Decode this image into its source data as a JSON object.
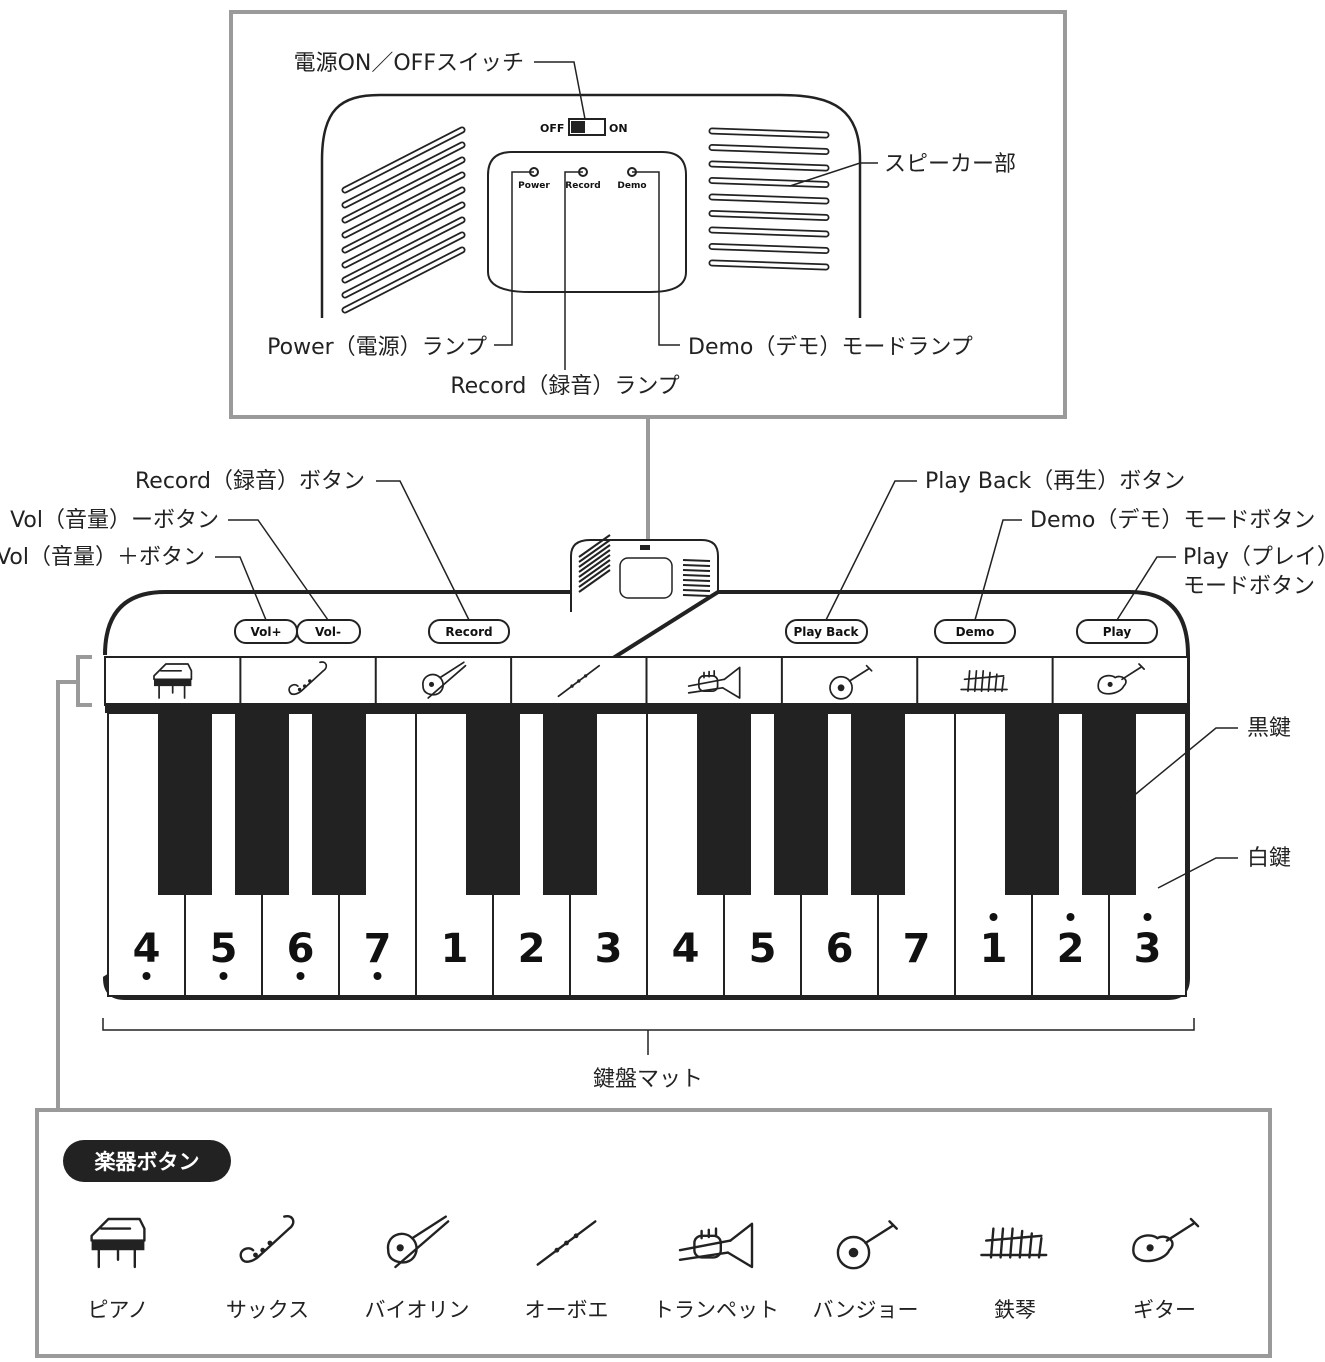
{
  "top_panel": {
    "power_switch_label": "電源ON／OFFスイッチ",
    "switch_off": "OFF",
    "switch_on": "ON",
    "speaker_label": "スピーカー部",
    "lamp_power": "Power",
    "lamp_record": "Record",
    "lamp_demo": "Demo",
    "power_lamp_label": "Power（電源）ランプ",
    "record_lamp_label": "Record（録音）ランプ",
    "demo_lamp_label": "Demo（デモ）モードランプ"
  },
  "callouts": {
    "record_button": "Record（録音）ボタン",
    "vol_minus_button": "Vol（音量）ーボタン",
    "vol_plus_button": "Vol（音量）＋ボタン",
    "playback_button": "Play Back（再生）ボタン",
    "demo_button": "Demo（デモ）モードボタン",
    "play_button_line1": "Play（プレイ）",
    "play_button_line2": "モードボタン",
    "black_key": "黒鍵",
    "white_key": "白鍵",
    "keyboard_mat": "鍵盤マット"
  },
  "mat_buttons": {
    "vol_plus": "Vol+",
    "vol_minus": "Vol-",
    "record": "Record",
    "playback": "Play Back",
    "demo": "Demo",
    "play": "Play"
  },
  "keys": [
    "4",
    "5",
    "6",
    "7",
    "1",
    "2",
    "3",
    "4",
    "5",
    "6",
    "7",
    "1",
    "2",
    "3"
  ],
  "legend": {
    "title": "楽器ボタン",
    "instruments": [
      {
        "name": "ピアノ",
        "icon": "piano-icon"
      },
      {
        "name": "サックス",
        "icon": "saxophone-icon"
      },
      {
        "name": "バイオリン",
        "icon": "violin-icon"
      },
      {
        "name": "オーボエ",
        "icon": "oboe-icon"
      },
      {
        "name": "トランペット",
        "icon": "trumpet-icon"
      },
      {
        "name": "バンジョー",
        "icon": "banjo-icon"
      },
      {
        "name": "鉄琴",
        "icon": "glockenspiel-icon"
      },
      {
        "name": "ギター",
        "icon": "guitar-icon"
      }
    ]
  },
  "colors": {
    "frame_gray": "#9a9a9a",
    "ink": "#222222"
  }
}
